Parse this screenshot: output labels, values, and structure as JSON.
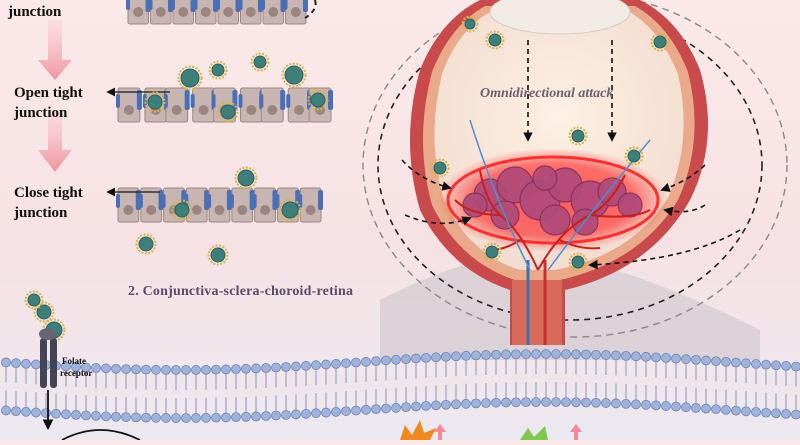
{
  "labels": {
    "junction_top": "junction",
    "open_tight_1": "Open tight",
    "open_tight_2": "junction",
    "close_tight_1": "Close tight",
    "close_tight_2": "junction",
    "route_caption": "2. Conjunctiva-sclera-choroid-retina",
    "omni": "Omnidirectional attack",
    "folate_1": "Folate",
    "folate_2": "receptor"
  },
  "colors": {
    "epithelium": "#c8b4b0",
    "junction_protein": "#4a6fb5",
    "nanoparticle_core": "#3f7f7a",
    "nanoparticle_shell": "#d6b64a",
    "tumor": "#b04a7a",
    "tumor_glow": "#ff2a2a",
    "membrane_head": "#9fb2d8",
    "sclera": "#c84a4a",
    "arrow_pink": "#f4a3ac"
  }
}
